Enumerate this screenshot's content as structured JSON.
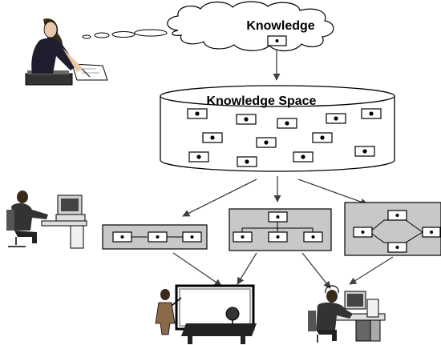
{
  "cloud": {
    "label": "Knowledge"
  },
  "cylinder": {
    "label": "Knowledge Space"
  },
  "colors": {
    "panel": "#c8c8c8",
    "node": "#ffffff",
    "ink": "#000000",
    "dark": "#404040"
  },
  "structures": [
    {
      "kind": "chain",
      "nodes": 3
    },
    {
      "kind": "hierarchy",
      "nodes": 4
    },
    {
      "kind": "network",
      "nodes": 4
    }
  ],
  "figures": [
    {
      "icon": "writing-woman-icon"
    },
    {
      "icon": "computer-worker-icon"
    },
    {
      "icon": "presenter-at-whiteboard-icon"
    },
    {
      "icon": "helpdesk-operator-icon"
    }
  ]
}
